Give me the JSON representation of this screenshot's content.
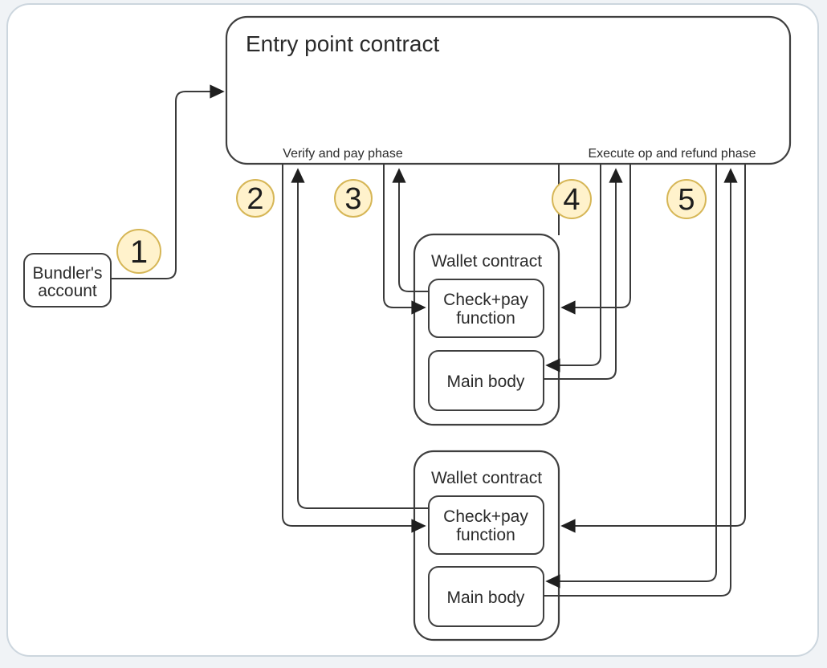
{
  "diagram": {
    "entry": {
      "title": "Entry point contract",
      "verify_phase_label": "Verify and pay phase",
      "execute_phase_label": "Execute op and refund phase"
    },
    "bundler": {
      "line1": "Bundler's",
      "line2": "account"
    },
    "steps": {
      "s1": "1",
      "s2": "2",
      "s3": "3",
      "s4": "4",
      "s5": "5"
    },
    "wallet_top": {
      "title": "Wallet contract",
      "checkpay_line1": "Check+pay",
      "checkpay_line2": "function",
      "main_body": "Main body"
    },
    "wallet_bottom": {
      "title": "Wallet contract",
      "checkpay_line1": "Check+pay",
      "checkpay_line2": "function",
      "main_body": "Main body"
    },
    "colors": {
      "badge_fill": "#fff2cc",
      "badge_stroke": "#d6b656",
      "line_color": "#3a3a3a",
      "frame_border": "#ccd6de",
      "page_background": "#f0f3f6"
    }
  }
}
